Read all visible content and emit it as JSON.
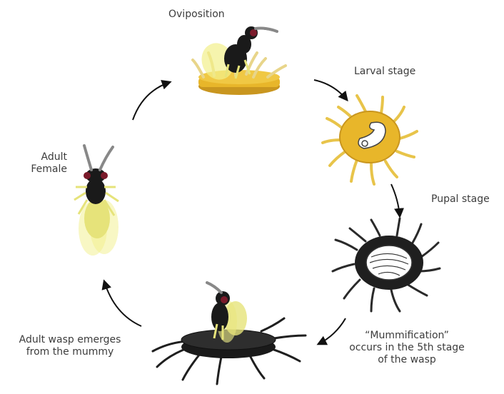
{
  "stages": {
    "oviposition": "Oviposition",
    "larval": "Larval stage",
    "pupal": "Pupal stage",
    "mummy_line1": "“Mummification”",
    "mummy_line2": "occurs in the 5th stage",
    "mummy_line3": "of the wasp",
    "emerge_line1": "Adult wasp emerges",
    "emerge_line2": "from the mummy",
    "female_line1": "Adult",
    "female_line2": "Female"
  },
  "colors": {
    "wasp_body": "#1a1a1a",
    "wasp_eye": "#7a1a2a",
    "wasp_leg": "#e6e37a",
    "wasp_wing": "#f2f08a",
    "mite_gold": "#e8b62a",
    "mite_dark": "#1f1f1f",
    "arrow": "#111111"
  },
  "icons": [
    "wasp-oviposition-icon",
    "larval-mite-icon",
    "pupal-mite-icon",
    "mummy-emerging-wasp-icon",
    "adult-female-wasp-icon"
  ]
}
